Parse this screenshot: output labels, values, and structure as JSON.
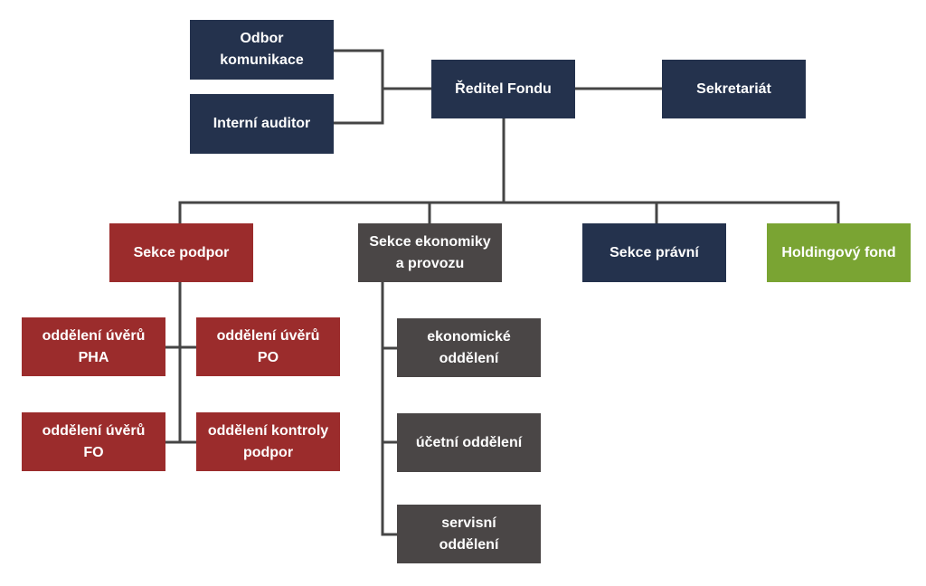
{
  "colors": {
    "navy": "#24324d",
    "red": "#9b2c2c",
    "gray": "#4a4646",
    "green": "#7aa433",
    "connector": "#454545"
  },
  "top": {
    "director": "Ředitel Fondu",
    "communication": "Odbor\nkomunikace",
    "auditor": "Interní auditor",
    "secretariat": "Sekretariát"
  },
  "sections": {
    "support": "Sekce podpor",
    "economy": "Sekce ekonomiky\na provozu",
    "legal": "Sekce právní",
    "holding": "Holdingový fond"
  },
  "support_departments": {
    "pha": "oddělení úvěrů\nPHA",
    "po": "oddělení úvěrů\nPO",
    "fo": "oddělení úvěrů\nFO",
    "control": "oddělení kontroly\npodpor"
  },
  "economy_departments": {
    "economic": "ekonomické\noddělení",
    "accounting": "účetní oddělení",
    "service": "servisní\noddělení"
  }
}
